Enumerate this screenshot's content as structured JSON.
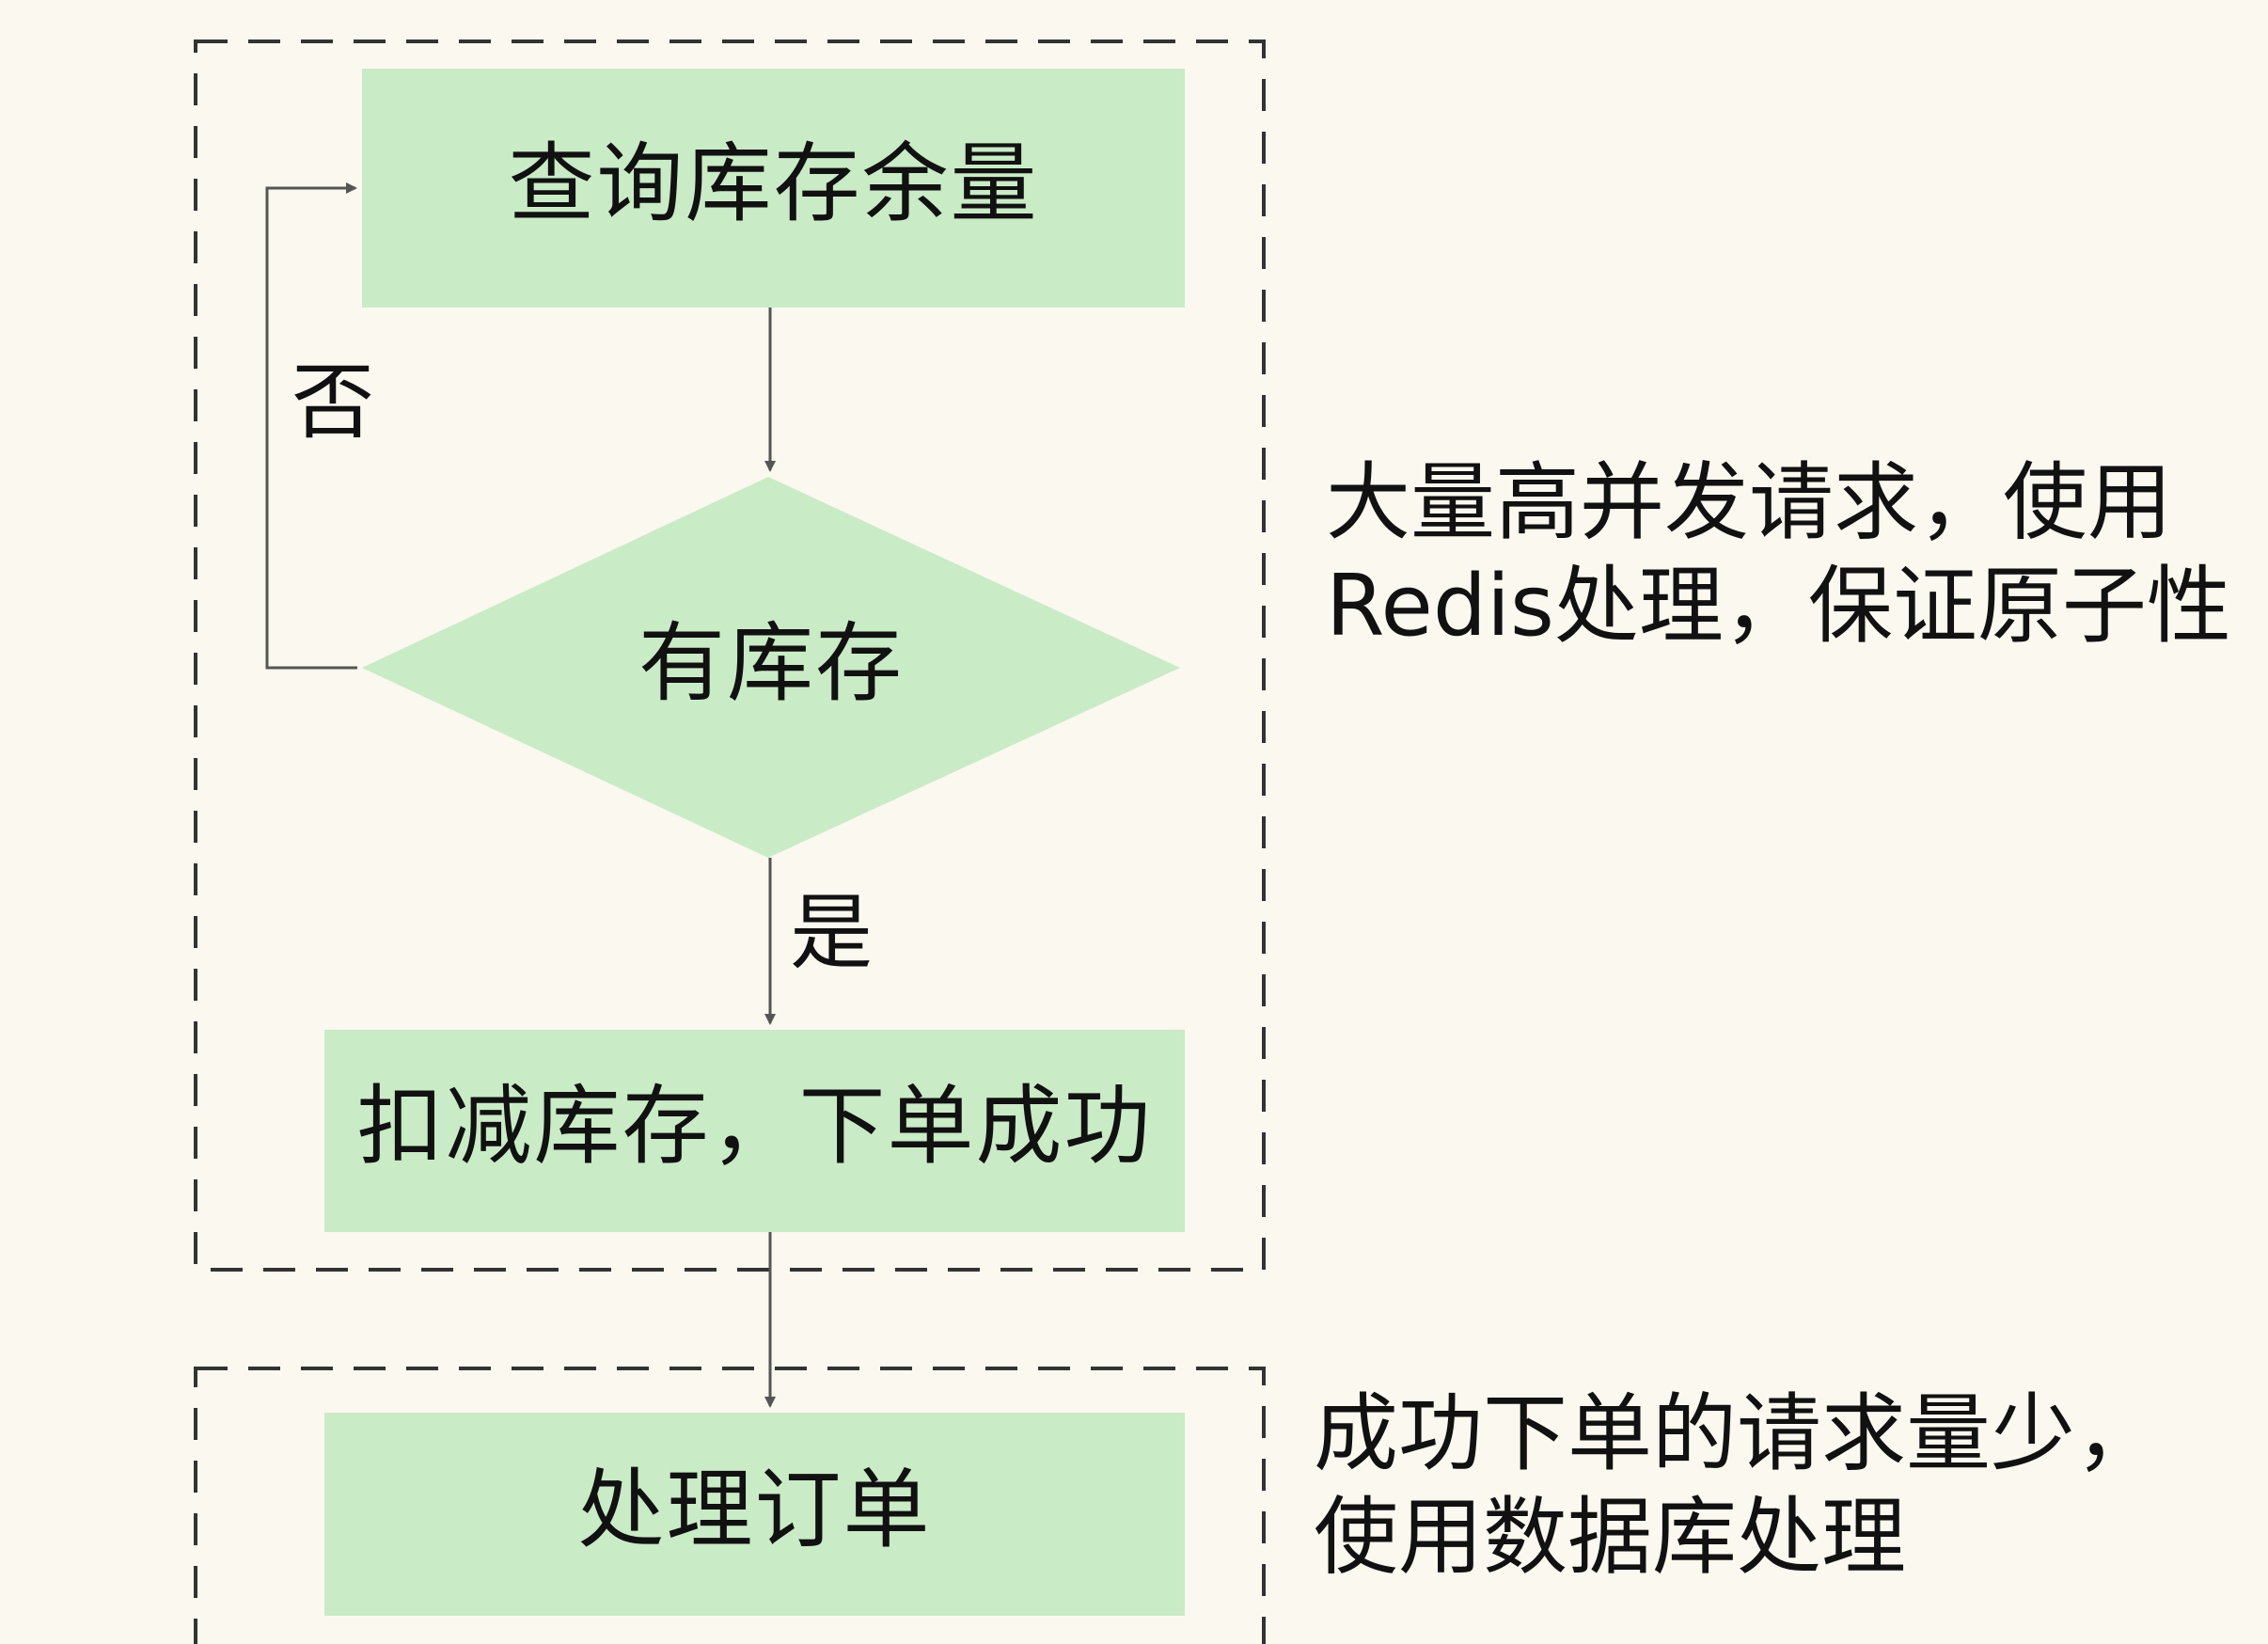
{
  "nodes": {
    "query_stock": {
      "label": "查询库存余量"
    },
    "has_stock": {
      "label": "有库存"
    },
    "deduct_stock": {
      "label": "扣减库存，下单成功"
    },
    "process_order": {
      "label": "处理订单"
    }
  },
  "edges": {
    "no_label": "否",
    "yes_label": "是"
  },
  "notes": {
    "redis_line1": "大量高并发请求，使用",
    "redis_line2": "Redis处理，保证原子性",
    "db_line1": "成功下单的请求量少，",
    "db_line2": "使用数据库处理"
  },
  "colors": {
    "background": "#fbf8ef",
    "node_fill": "#c9ebc6",
    "line": "#555555",
    "dashed_border": "#333333",
    "text": "#111111"
  }
}
